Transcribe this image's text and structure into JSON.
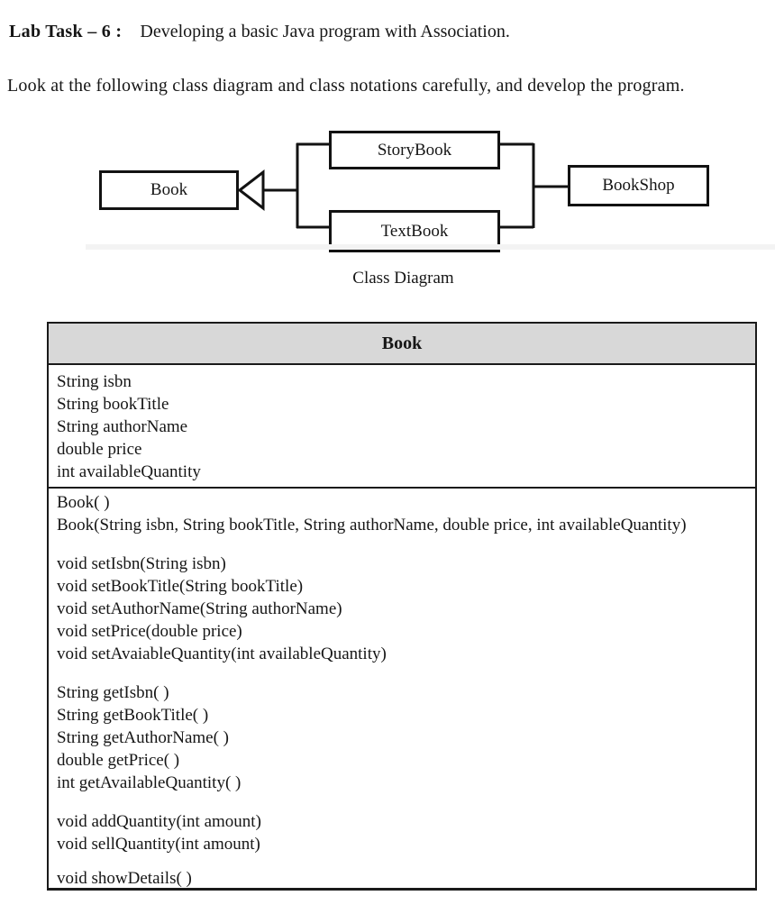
{
  "page": {
    "title_label": "Lab Task – 6 :",
    "title_text": "Developing a basic Java program with Association.",
    "instruction": "Look at the following class diagram and class notations carefully, and develop the program."
  },
  "diagram": {
    "caption": "Class Diagram",
    "nodes": {
      "book": "Book",
      "storybook": "StoryBook",
      "textbook": "TextBook",
      "bookshop": "BookShop"
    }
  },
  "class_table": {
    "header": "Book",
    "attributes": [
      "String isbn",
      "String bookTitle",
      "String authorName",
      "double price",
      "int availableQuantity"
    ],
    "method_groups": [
      [
        "Book( )",
        "Book(String isbn, String bookTitle, String authorName, double price, int availableQuantity)"
      ],
      [
        "void setIsbn(String isbn)",
        "void setBookTitle(String bookTitle)",
        "void setAuthorName(String authorName)",
        "void setPrice(double price)",
        "void setAvaiableQuantity(int availableQuantity)"
      ],
      [
        "String getIsbn( )",
        "String getBookTitle( )",
        "String getAuthorName( )",
        "double getPrice( )",
        "int getAvailableQuantity( )"
      ],
      [
        "void addQuantity(int amount)",
        "void sellQuantity(int amount)"
      ],
      [
        "void showDetails( )"
      ]
    ]
  }
}
